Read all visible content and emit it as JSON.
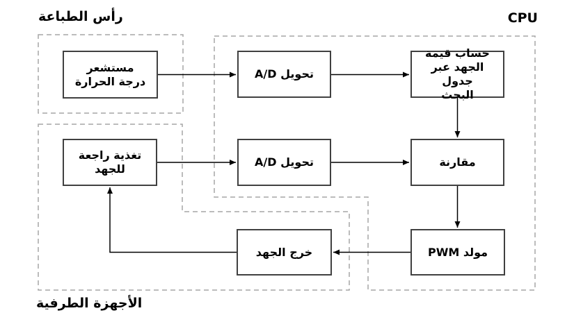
{
  "regions": {
    "print_head": {
      "label": "رأس الطباعة"
    },
    "cpu": {
      "label": "CPU"
    },
    "peripherals": {
      "label": "الأجهزة الطرفية"
    }
  },
  "nodes": {
    "temp_sensor": {
      "label": "مستشعر\nدرجة الحرارة"
    },
    "adc_top": {
      "label": "تحويل A/D"
    },
    "lookup_table": {
      "label": "حساب قيمة\nالجهد عبر جدول\nالبحث"
    },
    "voltage_feedback": {
      "label": "تغذية راجعة\nللجهد"
    },
    "adc_bottom": {
      "label": "تحويل A/D"
    },
    "compare": {
      "label": "مقارنة"
    },
    "pwm_generator": {
      "label": "مولد PWM"
    },
    "voltage_output": {
      "label": "خرج الجهد"
    }
  },
  "edges": [
    {
      "from": "temp_sensor",
      "to": "adc_top"
    },
    {
      "from": "adc_top",
      "to": "lookup_table"
    },
    {
      "from": "lookup_table",
      "to": "compare"
    },
    {
      "from": "voltage_feedback",
      "to": "adc_bottom"
    },
    {
      "from": "adc_bottom",
      "to": "compare"
    },
    {
      "from": "compare",
      "to": "pwm_generator"
    },
    {
      "from": "pwm_generator",
      "to": "voltage_output"
    },
    {
      "from": "voltage_output",
      "to": "voltage_feedback"
    }
  ],
  "colors": {
    "background": "#ffffff",
    "box_fill": "#ffffff",
    "box_border": "#404040",
    "dashed_outline": "#a6a6a6",
    "arrow": "#000000",
    "text": "#000000"
  }
}
